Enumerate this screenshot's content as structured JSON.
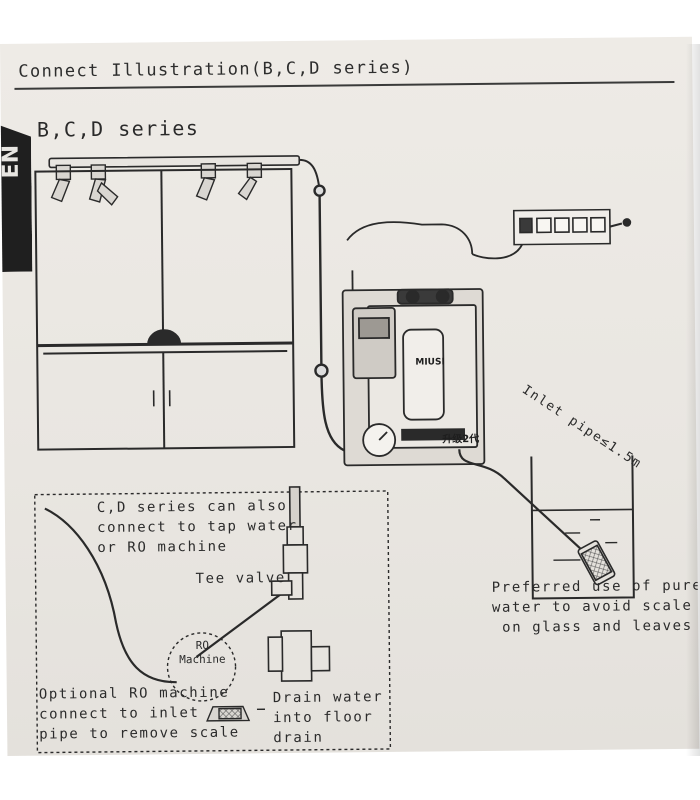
{
  "header": {
    "title": "Connect Illustration(B,C,D series)"
  },
  "language_tab": {
    "label": "EN"
  },
  "section": {
    "title": "B,C,D series"
  },
  "device": {
    "brand": "MIUSI",
    "version_badge": "升级2代"
  },
  "labels": {
    "inlet_pipe": "Inlet pipe≤1.5m",
    "preferred_water": [
      "Preferred use of pure",
      "water to avoid scale",
      "on glass and leaves"
    ],
    "cd_series_note": [
      "C,D series can also",
      "connect to tap water",
      "or RO machine"
    ],
    "tee_valve": "Tee valve",
    "ro_machine": [
      "RO",
      "Machine"
    ],
    "optional_ro": [
      "Optional RO machine",
      "connect to inlet",
      "pipe to remove scale"
    ],
    "drain_water": [
      "Drain water",
      "into floor",
      "drain"
    ]
  }
}
